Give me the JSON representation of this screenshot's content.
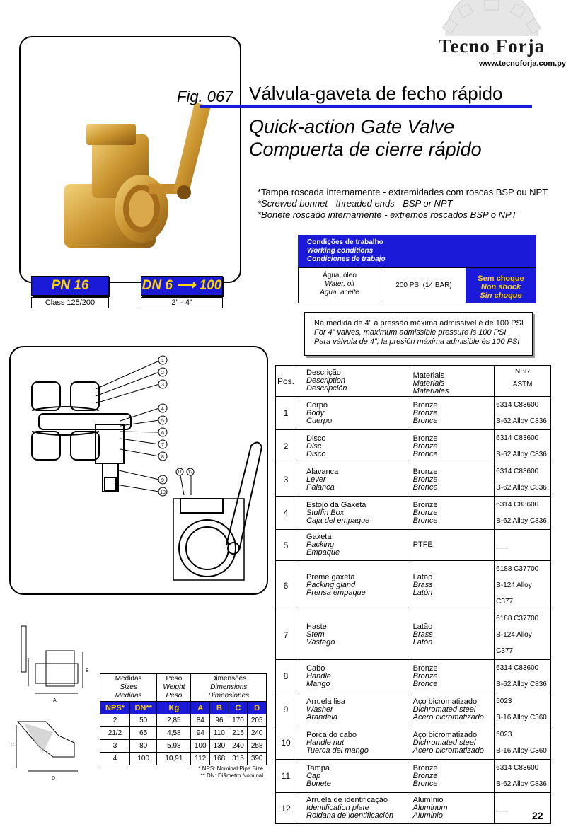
{
  "brand": {
    "name": "Tecno Forja",
    "url": "www.tecnoforja.com.py"
  },
  "figure": "Fig. 067",
  "titles": {
    "pt": "Válvula-gaveta de fecho rápido",
    "en": "Quick-action Gate Valve",
    "es": "Compuerta de cierre rápido"
  },
  "features": [
    "*Tampa roscada internamente - extremidades com roscas BSP ou NPT",
    "*Screwed bonnet - threaded ends - BSP or NPT",
    "*Bonete roscado internamente - extremos roscados BSP o NPT"
  ],
  "ratings": {
    "pn": "PN 16",
    "dn": "DN 6 ⟶ 100",
    "class": "Class 125/200",
    "sizes": "2” - 4”"
  },
  "working_conditions": {
    "header": [
      "Condições de trabalho",
      "Working conditions",
      "Condiciones de trabajo"
    ],
    "media": [
      "Água, óleo",
      "Water, oil",
      "Agua, aceite"
    ],
    "pressure": "200 PSI (14 BAR)",
    "shock": [
      "Sem choque",
      "Non shock",
      "Sin choque"
    ]
  },
  "note": [
    "Na medida de 4” a pressão máxima admissível é de 100 PSI",
    "For 4” valves, maximum admissible pressure is 100 PSI",
    "Para válvula de 4”, la presión máxima admisible és 100 PSI"
  ],
  "drawing_callouts": [
    "1",
    "2",
    "3",
    "4",
    "5",
    "6",
    "7",
    "8",
    "9",
    "10",
    "11",
    "12"
  ],
  "parts_table": {
    "headers": {
      "pos": "Pos.",
      "desc": [
        "Descrição",
        "Description",
        "Descripción"
      ],
      "mat": [
        "Materiais",
        "Materials",
        "Materiales"
      ],
      "std": [
        "NBR",
        "ASTM"
      ]
    },
    "rows": [
      {
        "pos": "1",
        "desc": [
          "Corpo",
          "Body",
          "Cuerpo"
        ],
        "mat": [
          "Bronze",
          "Bronze",
          "Bronce"
        ],
        "nbr": "6314 C83600",
        "astm": "B-62 Alloy C836"
      },
      {
        "pos": "2",
        "desc": [
          "Disco",
          "Disc",
          "Disco"
        ],
        "mat": [
          "Bronze",
          "Bronze",
          "Bronce"
        ],
        "nbr": "6314 C83600",
        "astm": "B-62 Alloy C836"
      },
      {
        "pos": "3",
        "desc": [
          "Alavanca",
          "Lever",
          "Palanca"
        ],
        "mat": [
          "Bronze",
          "Bronze",
          "Bronce"
        ],
        "nbr": "6314 C83600",
        "astm": "B-62 Alloy C836"
      },
      {
        "pos": "4",
        "desc": [
          "Estojo da Gaxeta",
          "Stuffin Box",
          "Caja del empaque"
        ],
        "mat": [
          "Bronze",
          "Bronze",
          "Bronce"
        ],
        "nbr": "6314 C83600",
        "astm": "B-62 Alloy C836"
      },
      {
        "pos": "5",
        "desc": [
          "Gaxeta",
          "Packing",
          "Empaque"
        ],
        "mat": [
          "PTFE",
          "",
          ""
        ],
        "nbr": "___",
        "astm": ""
      },
      {
        "pos": "6",
        "desc": [
          "Preme gaxeta",
          "Packing gland",
          "Prensa empaque"
        ],
        "mat": [
          "Latão",
          "Brass",
          "Latón"
        ],
        "nbr": "6188 C37700",
        "astm": "B-124 Alloy C377"
      },
      {
        "pos": "7",
        "desc": [
          "Haste",
          "Stem",
          "Vástago"
        ],
        "mat": [
          "Latão",
          "Brass",
          "Latón"
        ],
        "nbr": "6188 C37700",
        "astm": "B-124 Alloy C377"
      },
      {
        "pos": "8",
        "desc": [
          "Cabo",
          "Handle",
          "Mango"
        ],
        "mat": [
          "Bronze",
          "Bronze",
          "Bronce"
        ],
        "nbr": "6314 C83600",
        "astm": "B-62 Alloy C836"
      },
      {
        "pos": "9",
        "desc": [
          "Arruela lisa",
          "Washer",
          "Arandela"
        ],
        "mat": [
          "Aço bicromatizado",
          "Dichromated steel",
          "Acero bicromatizado"
        ],
        "nbr": "5023",
        "astm": "B-16 Alloy C360"
      },
      {
        "pos": "10",
        "desc": [
          "Porca do cabo",
          "Handle nut",
          "Tuerca del mango"
        ],
        "mat": [
          "Aço bicromatizado",
          "Dichromated steel",
          "Acero bicromatizado"
        ],
        "nbr": "5023",
        "astm": "B-16 Alloy C360"
      },
      {
        "pos": "11",
        "desc": [
          "Tampa",
          "Cap",
          "Bonete"
        ],
        "mat": [
          "Bronze",
          "Bronze",
          "Bronce"
        ],
        "nbr": "6314 C83600",
        "astm": "B-62 Alloy C836"
      },
      {
        "pos": "12",
        "desc": [
          "Arruela de identificação",
          "Identification plate",
          "Roldana de identificación"
        ],
        "mat": [
          "Alumínio",
          "Aluminum",
          "Aluminio"
        ],
        "nbr": "___",
        "astm": ""
      }
    ]
  },
  "dimensions_table": {
    "header_groups": {
      "medidas": [
        "Medidas",
        "Sizes",
        "Medidas"
      ],
      "peso": [
        "Peso",
        "Weight",
        "Peso"
      ],
      "dim": [
        "Dimensões",
        "Dimensions",
        "Dimensiones"
      ]
    },
    "columns": [
      "NPS*",
      "DN**",
      "Kg",
      "A",
      "B",
      "C",
      "D"
    ],
    "rows": [
      [
        "2",
        "50",
        "2,85",
        "84",
        "96",
        "170",
        "205"
      ],
      [
        "21/2",
        "65",
        "4,58",
        "94",
        "110",
        "215",
        "240"
      ],
      [
        "3",
        "80",
        "5,98",
        "100",
        "130",
        "240",
        "258"
      ],
      [
        "4",
        "100",
        "10,91",
        "112",
        "168",
        "315",
        "390"
      ]
    ]
  },
  "dim_labels": [
    "A",
    "B",
    "C",
    "D"
  ],
  "footnotes": [
    "* NPS: Nominal Pipe Size",
    "** DN: Diâmetro Nominal"
  ],
  "page_number": "22"
}
